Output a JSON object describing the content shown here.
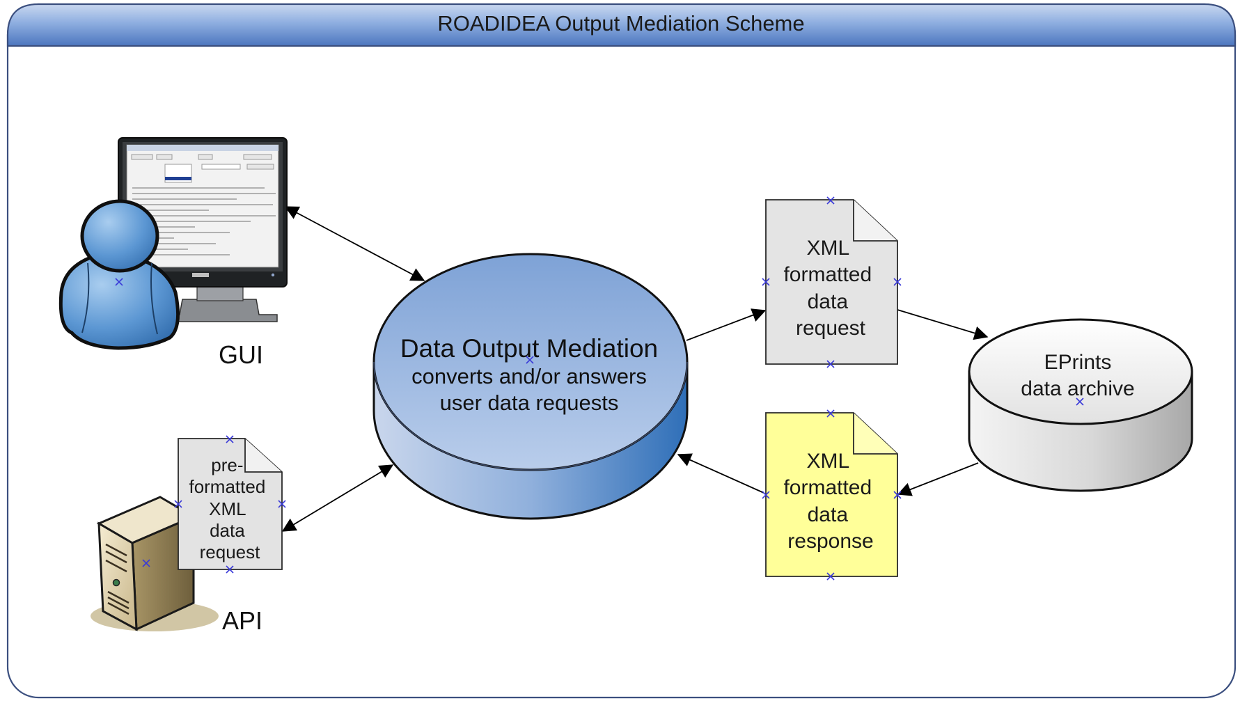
{
  "frame": {
    "title": "ROADIDEA Output Mediation Scheme"
  },
  "actors": {
    "gui_label": "GUI",
    "api_label": "API"
  },
  "preformatted_doc": {
    "lines": [
      "pre-",
      "formatted",
      "XML",
      "data",
      "request"
    ]
  },
  "mediation": {
    "title": "Data Output Mediation",
    "line1": "converts and/or answers",
    "line2": "user data requests"
  },
  "request_doc": {
    "lines": [
      "XML",
      "formatted",
      "data",
      "request"
    ]
  },
  "response_doc": {
    "lines": [
      "XML",
      "formatted",
      "data",
      "response"
    ]
  },
  "archive": {
    "line1": "EPrints",
    "line2": "data archive"
  },
  "colors": {
    "title_bar_top": "#b6c9ea",
    "title_bar_bottom": "#4f79c1",
    "frame_border": "#3b4f7f",
    "mediation_top": "#8fb0dc",
    "mediation_side": "#3d78bd",
    "request_doc_fill": "#e4e4e4",
    "response_doc_fill": "#ffff99",
    "archive_fill": "#e6e6e6",
    "handle_marker": "#3a3ad8"
  }
}
